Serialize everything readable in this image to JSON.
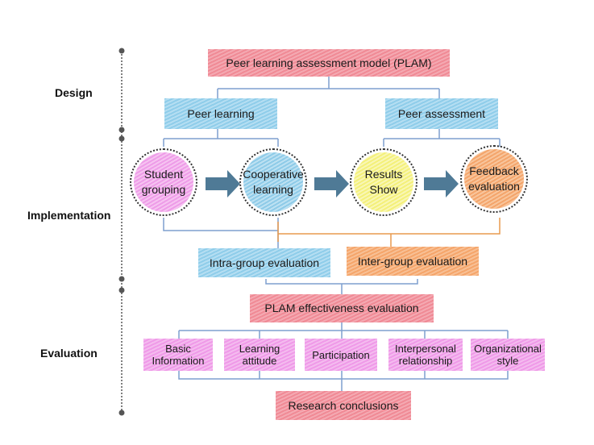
{
  "stages": {
    "design": "Design",
    "implementation": "Implementation",
    "evaluation": "Evaluation"
  },
  "model_title": "Peer learning assessment model (PLAM)",
  "design": {
    "peer_learning": "Peer learning",
    "peer_assessment": "Peer assessment"
  },
  "steps": [
    {
      "line1": "Student",
      "line2": "grouping"
    },
    {
      "line1": "Cooperative",
      "line2": "learning"
    },
    {
      "line1": "Results",
      "line2": "Show"
    },
    {
      "line1": "Feedback",
      "line2": "evaluation"
    }
  ],
  "group_eval": {
    "intra": "Intra-group  evaluation",
    "inter": "Inter-group  evaluation"
  },
  "effectiveness": "PLAM effectiveness evaluation",
  "factors": [
    {
      "line1": "Basic",
      "line2": "Information"
    },
    {
      "line1": "Learning",
      "line2": "attitude"
    },
    {
      "line1": "Participation",
      "line2": ""
    },
    {
      "line1": "Interpersonal",
      "line2": "relationship"
    },
    {
      "line1": "Organizational",
      "line2": "style"
    }
  ],
  "conclusion": "Research conclusions",
  "colors": {
    "connector_blue": "#7f9fcf",
    "connector_orange": "#e89a4e",
    "arrow": "#4f7a96"
  }
}
